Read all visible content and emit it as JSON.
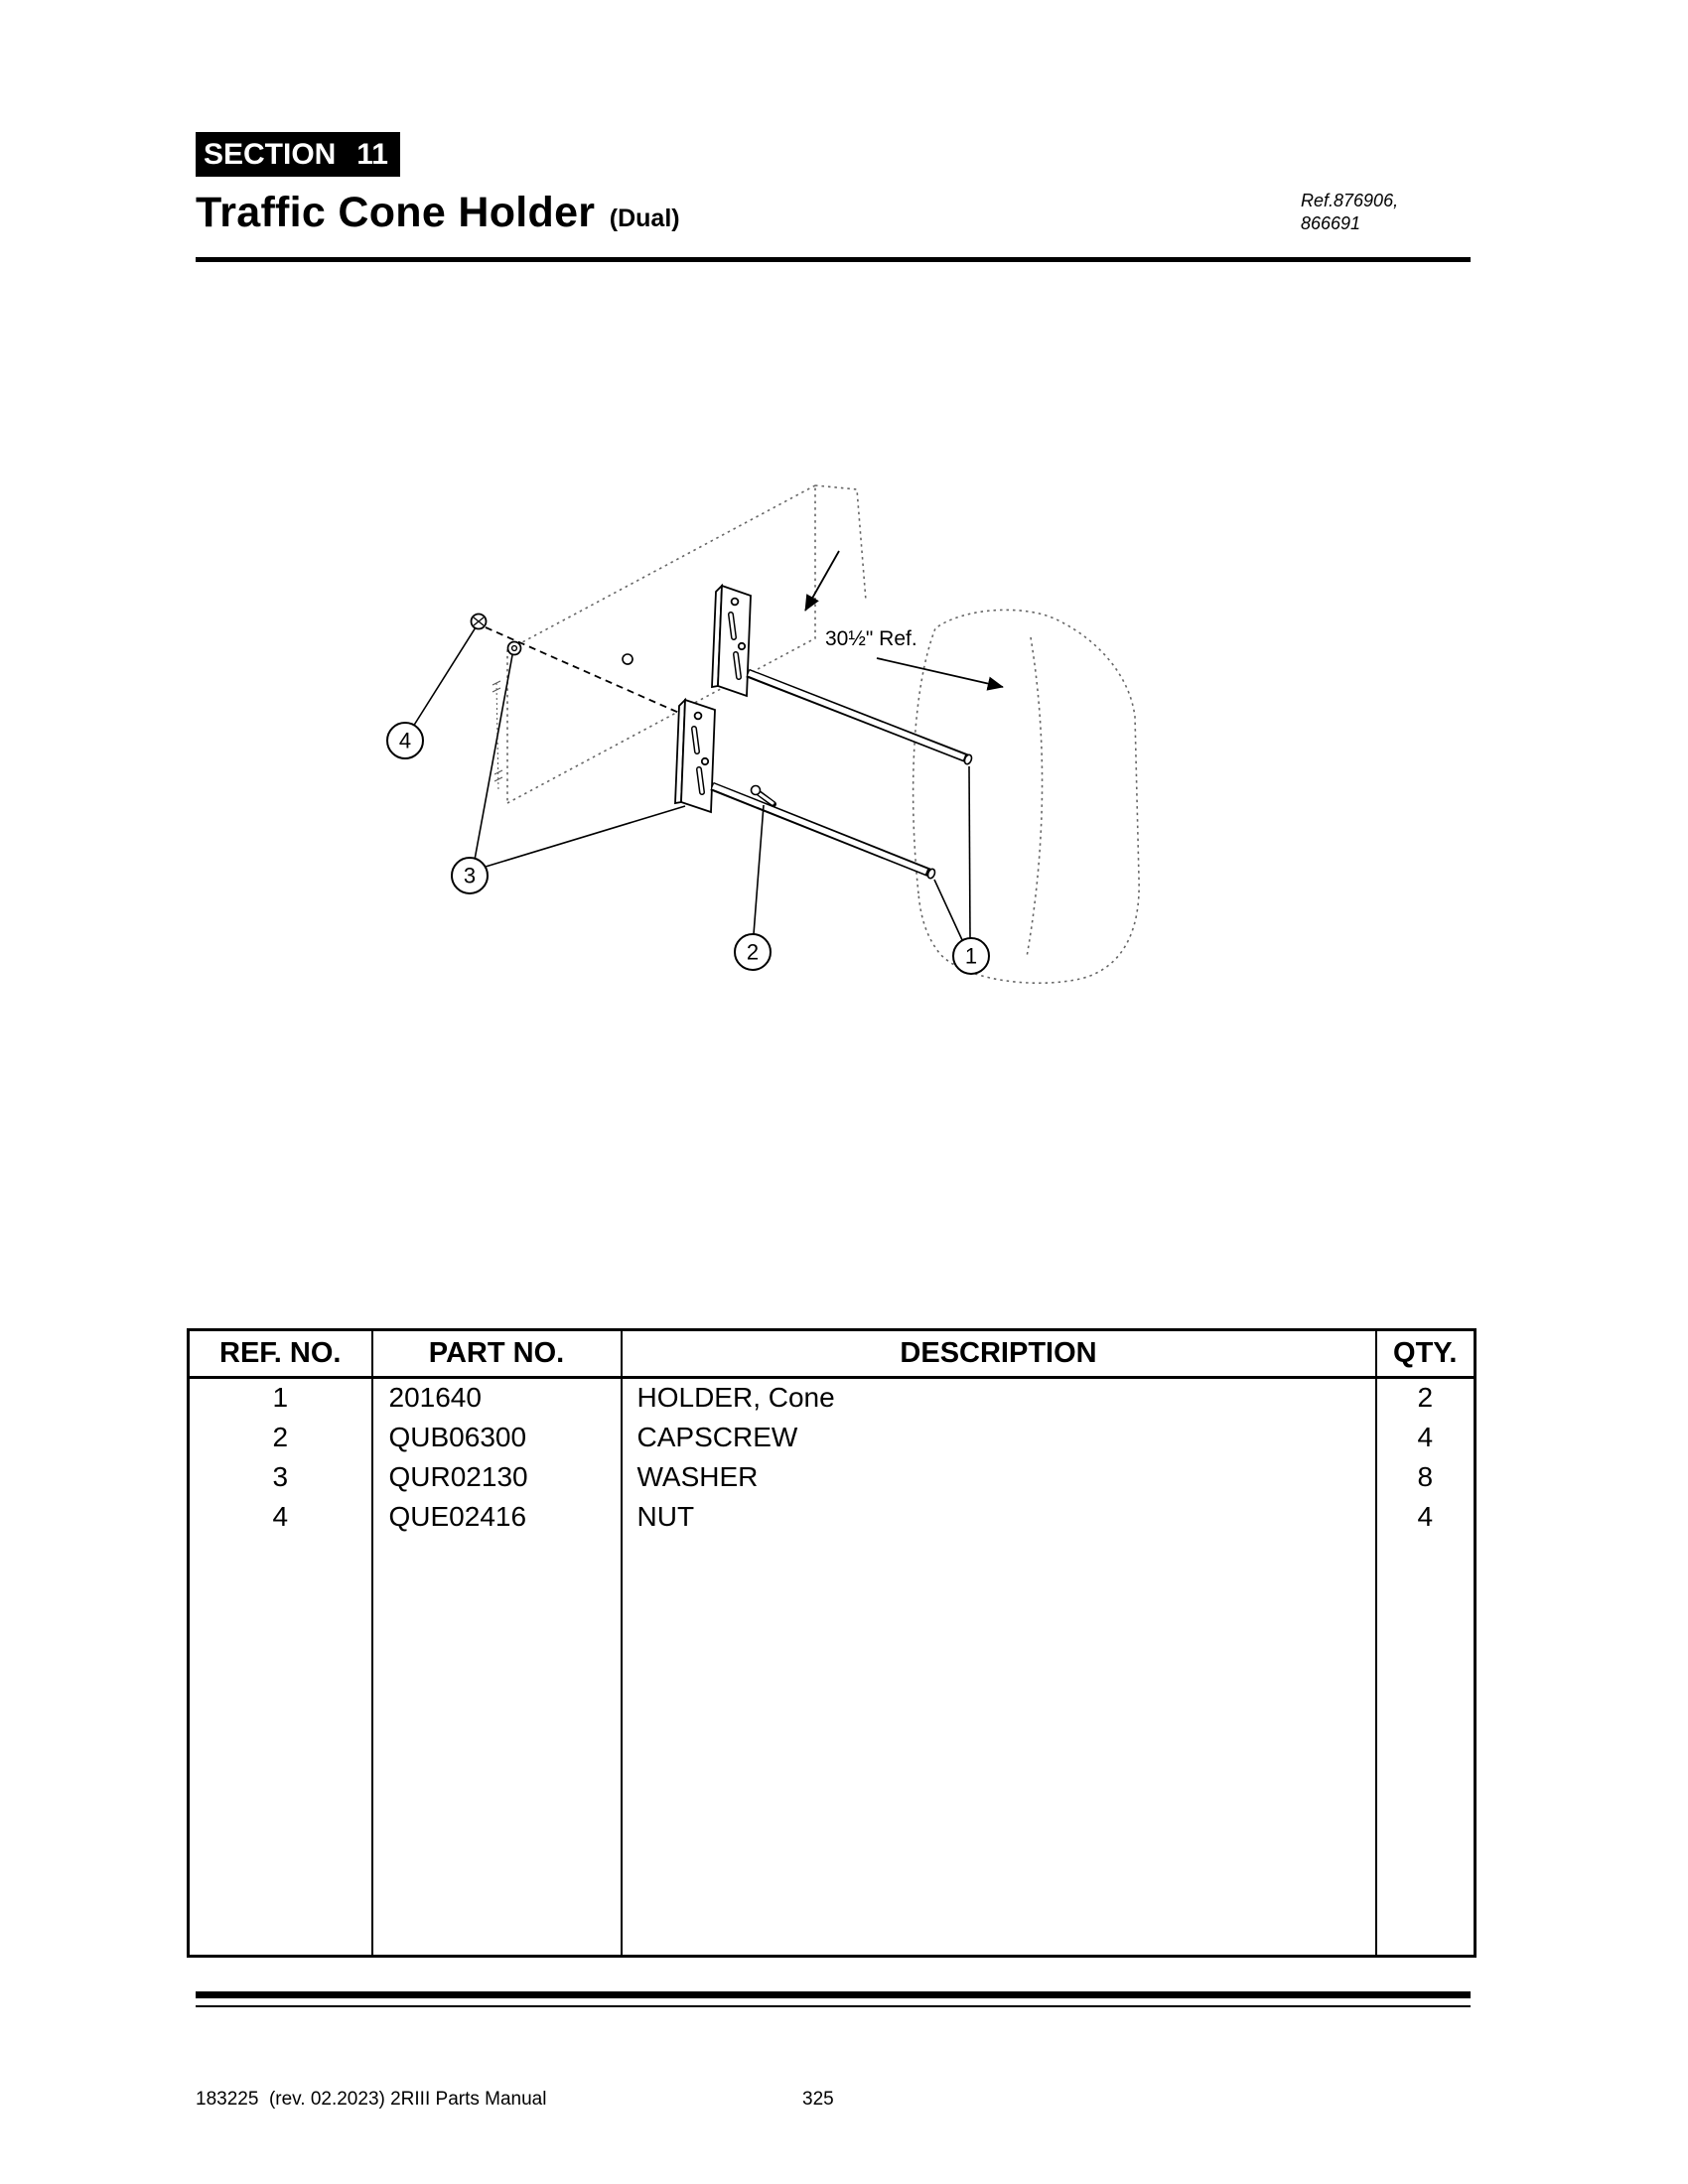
{
  "header": {
    "section_word": "SECTION",
    "section_number": "11",
    "title": "Traffic Cone Holder",
    "title_suffix": "(Dual)",
    "ref_line1": "Ref.876906,",
    "ref_line2": "866691"
  },
  "diagram": {
    "dimension_label": "30½\" Ref.",
    "callout_1": "1",
    "callout_2": "2",
    "callout_3": "3",
    "callout_4": "4"
  },
  "table": {
    "headers": {
      "ref": "REF. NO.",
      "part": "PART NO.",
      "desc": "DESCRIPTION",
      "qty": "QTY."
    },
    "rows": [
      {
        "ref": "1",
        "part": "201640",
        "desc": "HOLDER, Cone",
        "qty": "2"
      },
      {
        "ref": "2",
        "part": "QUB06300",
        "desc": "CAPSCREW",
        "qty": "4"
      },
      {
        "ref": "3",
        "part": "QUR02130",
        "desc": "WASHER",
        "qty": "8"
      },
      {
        "ref": "4",
        "part": "QUE02416",
        "desc": "NUT",
        "qty": "4"
      }
    ]
  },
  "footer": {
    "doc_info": "183225  (rev. 02.2023) 2RIII Parts Manual",
    "page_number": "325"
  }
}
